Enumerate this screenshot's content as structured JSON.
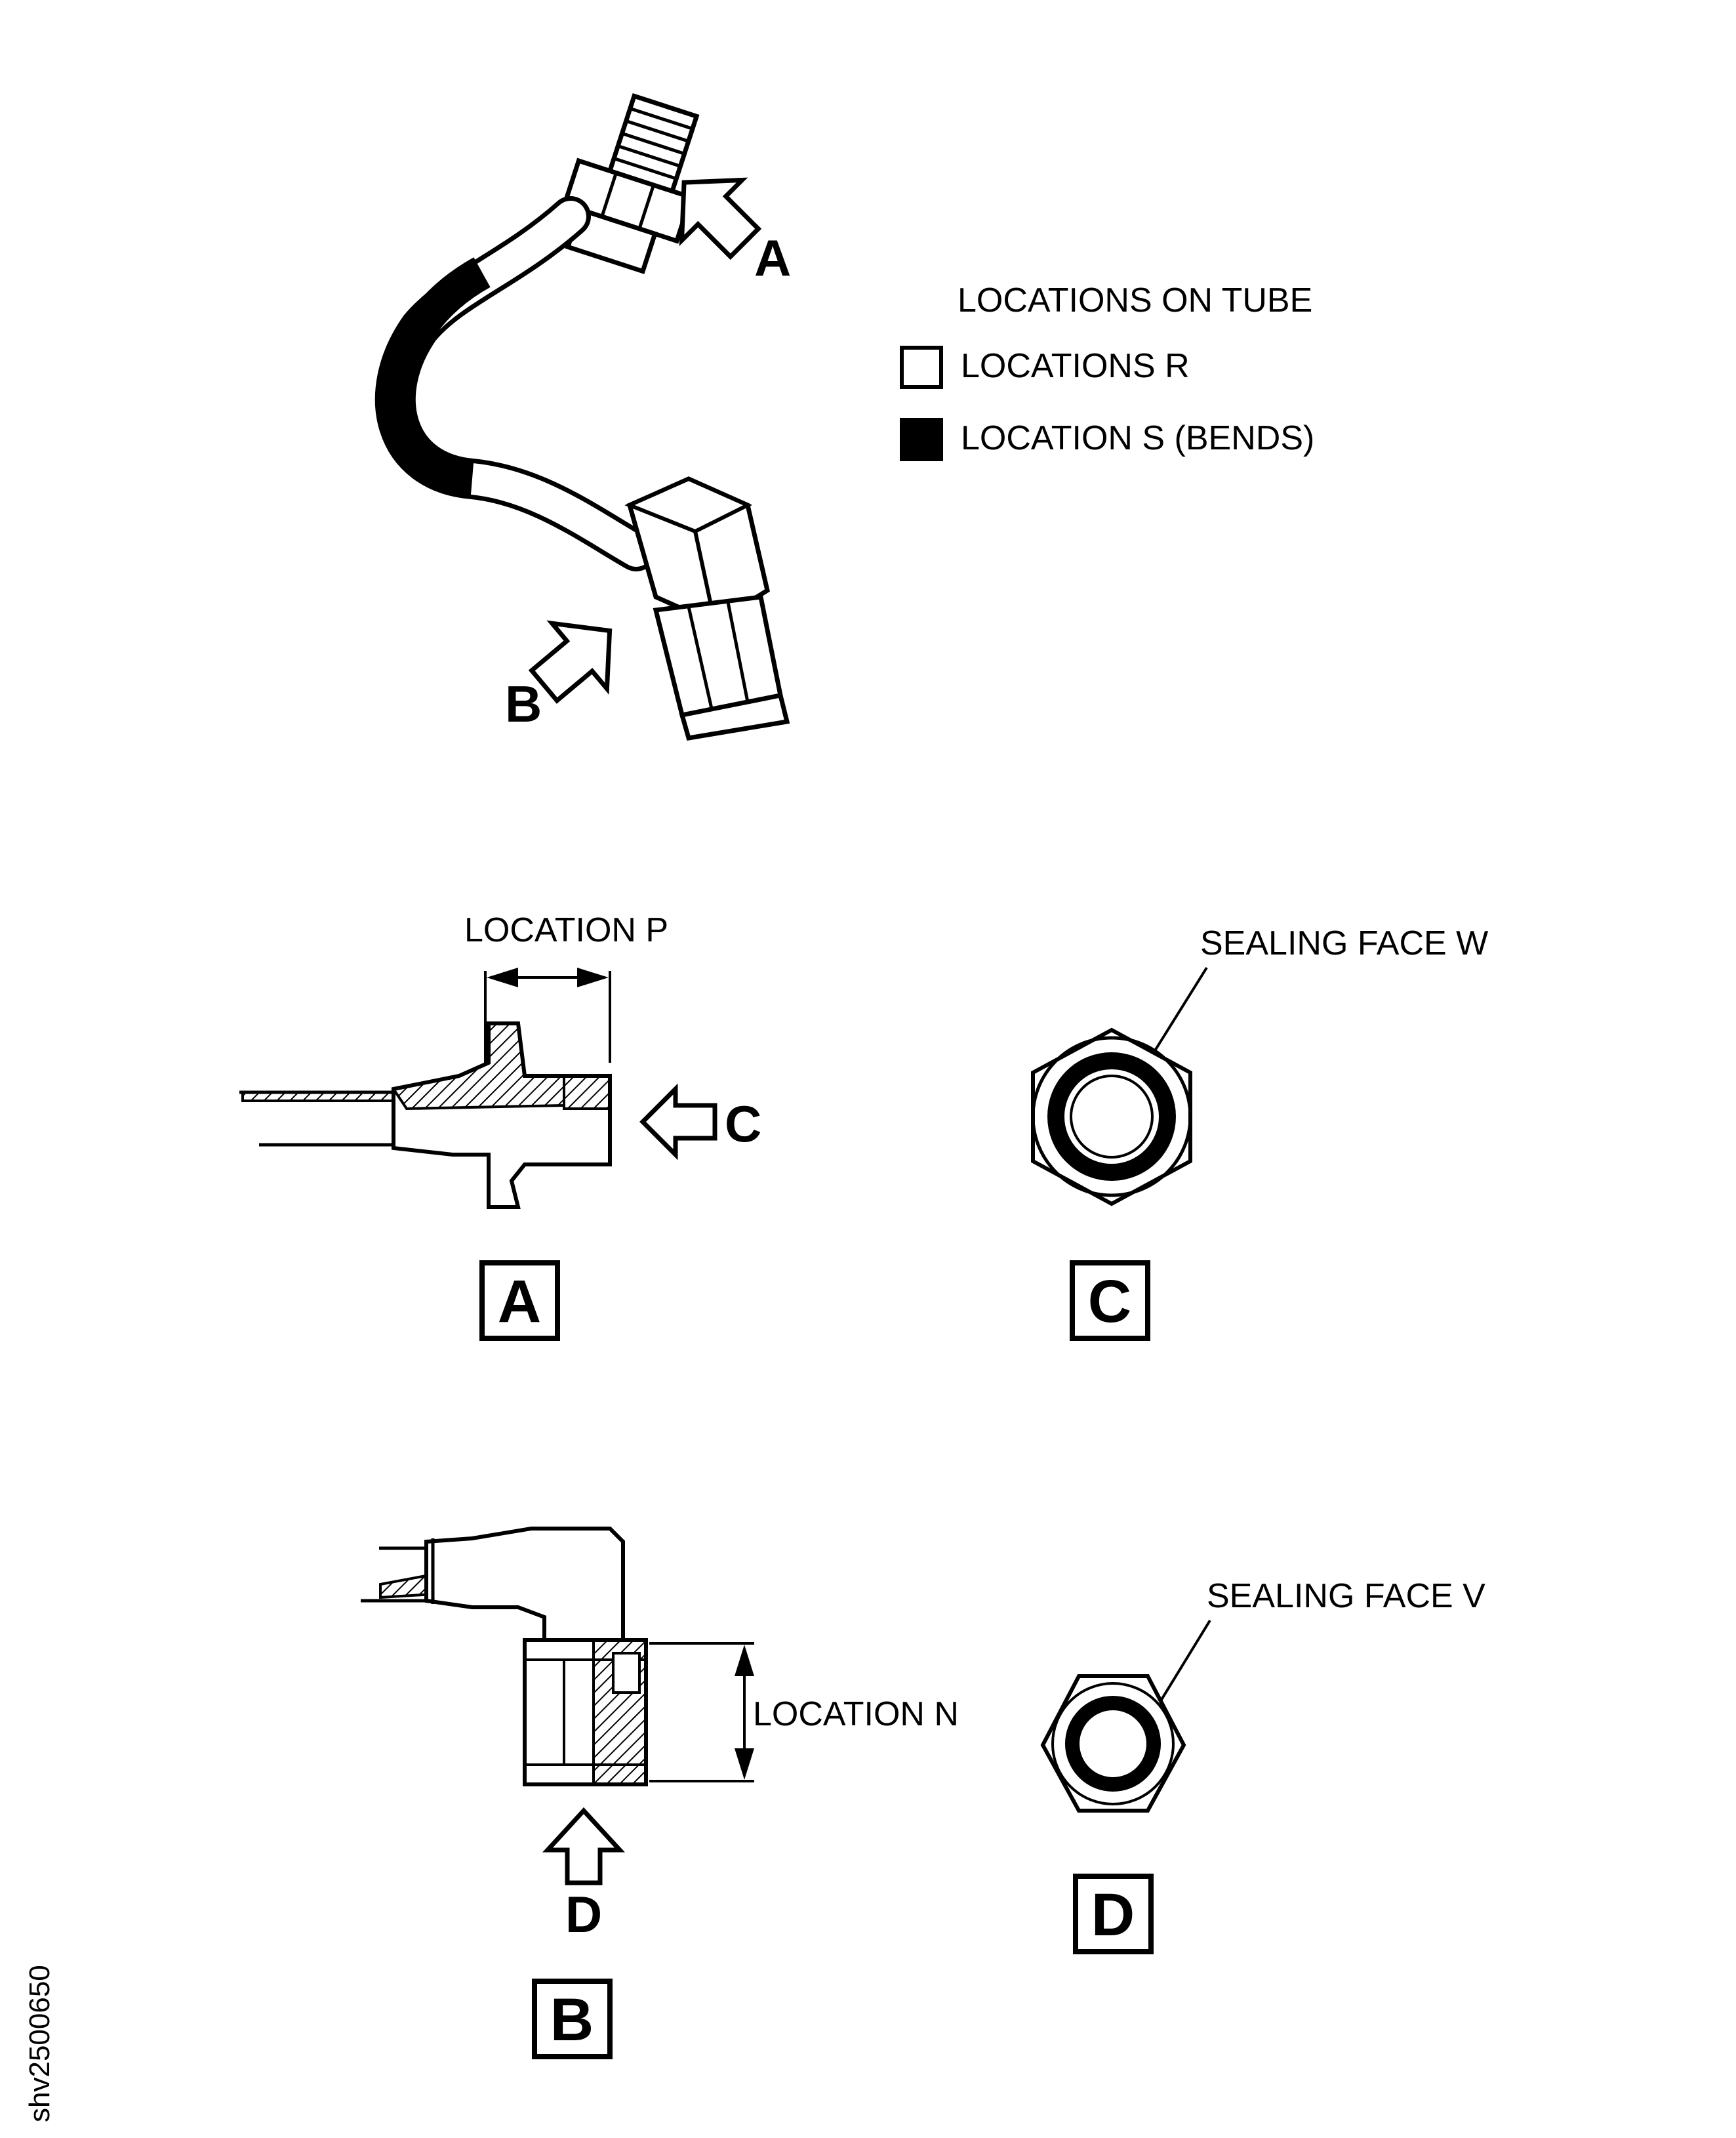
{
  "legend": {
    "title": "LOCATIONS ON TUBE",
    "item_r": "LOCATIONS R",
    "item_s": "LOCATION S (BENDS)"
  },
  "overview": {
    "arrow_a": "A",
    "arrow_b": "B"
  },
  "view_a": {
    "dimension_label": "LOCATION P",
    "arrow_c": "C",
    "view_letter": "A"
  },
  "view_c": {
    "callout": "SEALING FACE W",
    "view_letter": "C"
  },
  "view_b": {
    "dimension_label": "LOCATION N",
    "arrow_d": "D",
    "view_letter": "B"
  },
  "view_d": {
    "callout": "SEALING FACE V",
    "view_letter": "D"
  },
  "figure_ref": "shv2500650",
  "colors": {
    "ink": "#000000",
    "paper": "#ffffff",
    "hatch": "#000000"
  }
}
